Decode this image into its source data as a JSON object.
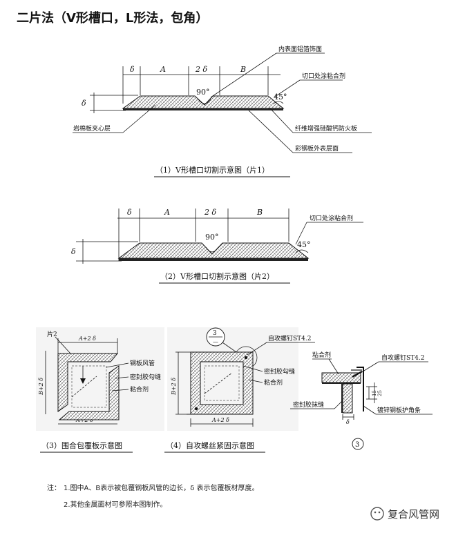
{
  "title": "二片法（V形槽口，L形法，包角）",
  "fig1": {
    "labels": {
      "delta_top": "δ",
      "a": "A",
      "two_delta": "2 δ",
      "b": "B",
      "delta_side": "δ",
      "angle90": "90°",
      "angle45": "45°"
    },
    "callouts": {
      "inner_foil": "内表面铝箔饰面",
      "cut_glue": "切口处涂粘合剂",
      "fiber_board": "纤维增强硅酸钙防火板",
      "steel_outer": "彩钢板外表层面",
      "rockwool_core": "岩棉板夹心层"
    },
    "caption": "（1）V形槽口切割示意图（片1）"
  },
  "fig2": {
    "labels": {
      "delta_top": "δ",
      "a": "A",
      "two_delta": "2 δ",
      "b": "B",
      "delta_side": "δ",
      "angle90": "90°",
      "angle45": "45°"
    },
    "callouts": {
      "cut_glue": "切口处涂粘合剂"
    },
    "caption": "（2）V形槽口切割示意图（片2）"
  },
  "fig3": {
    "piece2": "片2",
    "top_dim": "A+2 δ",
    "side_dim": "B+2 δ",
    "bottom_dim": "A+2 δ",
    "callouts": {
      "steel_duct": "钢板风管",
      "sealant": "密封胶勾缝",
      "adhesive": "粘合剂"
    },
    "caption": "（3）围合包覆板示意图"
  },
  "fig4": {
    "ref": "3",
    "ref_sub": "—",
    "side_dim": "B+2 δ",
    "bottom_dim": "A+2 δ",
    "callouts": {
      "screw": "自攻螺钉ST4.2",
      "sealant": "密封胶勾缝",
      "adhesive": "粘合剂"
    },
    "caption": "（4）自攻螺丝紧固示意图"
  },
  "fig5": {
    "callouts": {
      "adhesive": "粘合剂",
      "screw": "自攻螺钉ST4.2",
      "sealant_wipe": "密封胶抹缝",
      "corner_strip": "镀锌钢板护角条"
    },
    "dims": {
      "d15": "15",
      "d25": "25",
      "delta": "δ"
    },
    "ref": "3"
  },
  "notes": {
    "prefix": "注：",
    "line1": "1.图中A、B表示被包覆钢板风管的边长，δ 表示包覆板材厚度。",
    "line2": "2.其他金属面材可参照本图制作。"
  },
  "watermark": {
    "text": "复合风管网"
  }
}
